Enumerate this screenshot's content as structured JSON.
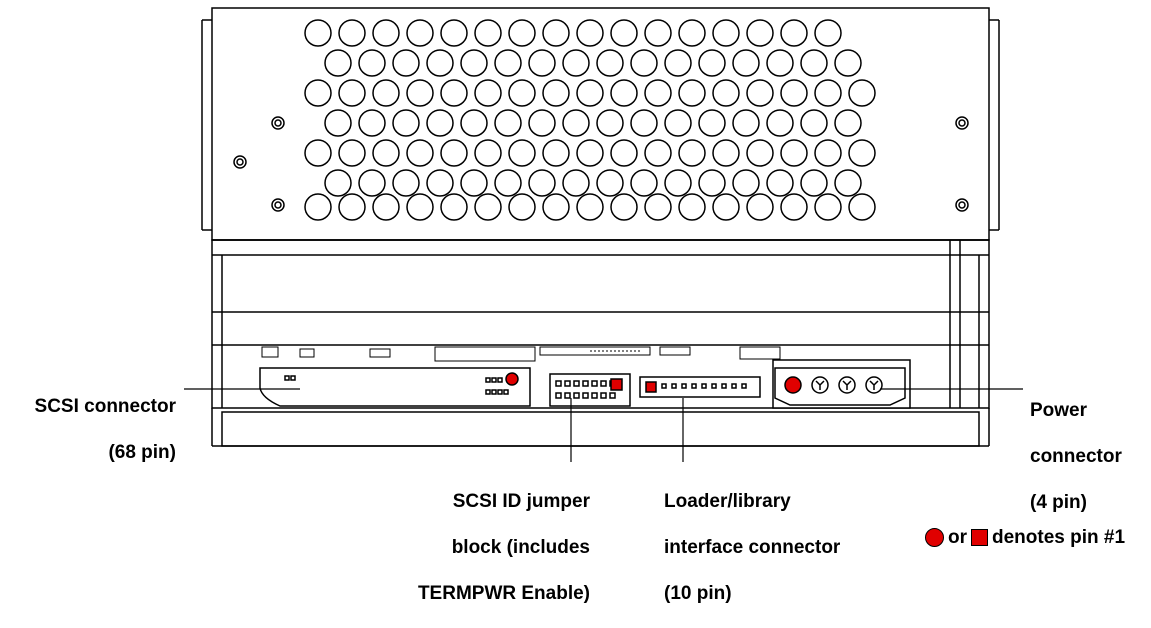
{
  "labels": {
    "scsi_connector": [
      "SCSI connector",
      "(68 pin)"
    ],
    "power_connector": [
      "Power",
      "connector",
      "(4 pin)"
    ],
    "scsi_jumper": [
      "SCSI ID jumper",
      "block (includes",
      "TERMPWR Enable)"
    ],
    "loader_connector": [
      "Loader/library",
      "interface connector",
      "(10 pin)"
    ]
  },
  "legend": {
    "or_text": "or",
    "denotes_text": "denotes pin #1"
  },
  "colors": {
    "pin_marker": "#e00000",
    "line": "#000000",
    "background": "#ffffff"
  }
}
